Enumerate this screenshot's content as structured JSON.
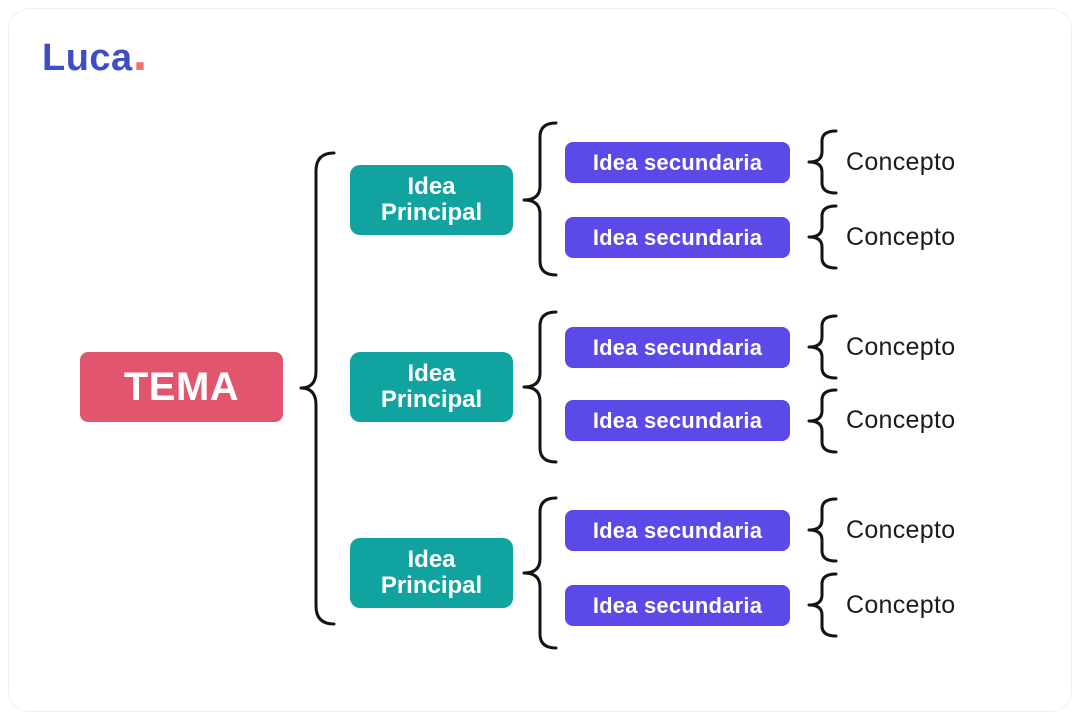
{
  "brand": {
    "name": "Luca",
    "dot": ".",
    "name_color": "#3E4EC7",
    "dot_color": "#F4726B"
  },
  "diagram": {
    "topic": {
      "label": "TEMA",
      "color": "#E2556F"
    },
    "groups": [
      {
        "main": {
          "label": "Idea Principal",
          "color": "#10A3A0"
        },
        "secondaries": [
          {
            "label": "Idea secundaria",
            "color": "#5B4AE8",
            "concept": "Concepto"
          },
          {
            "label": "Idea secundaria",
            "color": "#5B4AE8",
            "concept": "Concepto"
          }
        ]
      },
      {
        "main": {
          "label": "Idea Principal",
          "color": "#10A3A0"
        },
        "secondaries": [
          {
            "label": "Idea secundaria",
            "color": "#5B4AE8",
            "concept": "Concepto"
          },
          {
            "label": "Idea secundaria",
            "color": "#5B4AE8",
            "concept": "Concepto"
          }
        ]
      },
      {
        "main": {
          "label": "Idea Principal",
          "color": "#10A3A0"
        },
        "secondaries": [
          {
            "label": "Idea secundaria",
            "color": "#5B4AE8",
            "concept": "Concepto"
          },
          {
            "label": "Idea secundaria",
            "color": "#5B4AE8",
            "concept": "Concepto"
          }
        ]
      }
    ],
    "connector_color": "#141414"
  }
}
